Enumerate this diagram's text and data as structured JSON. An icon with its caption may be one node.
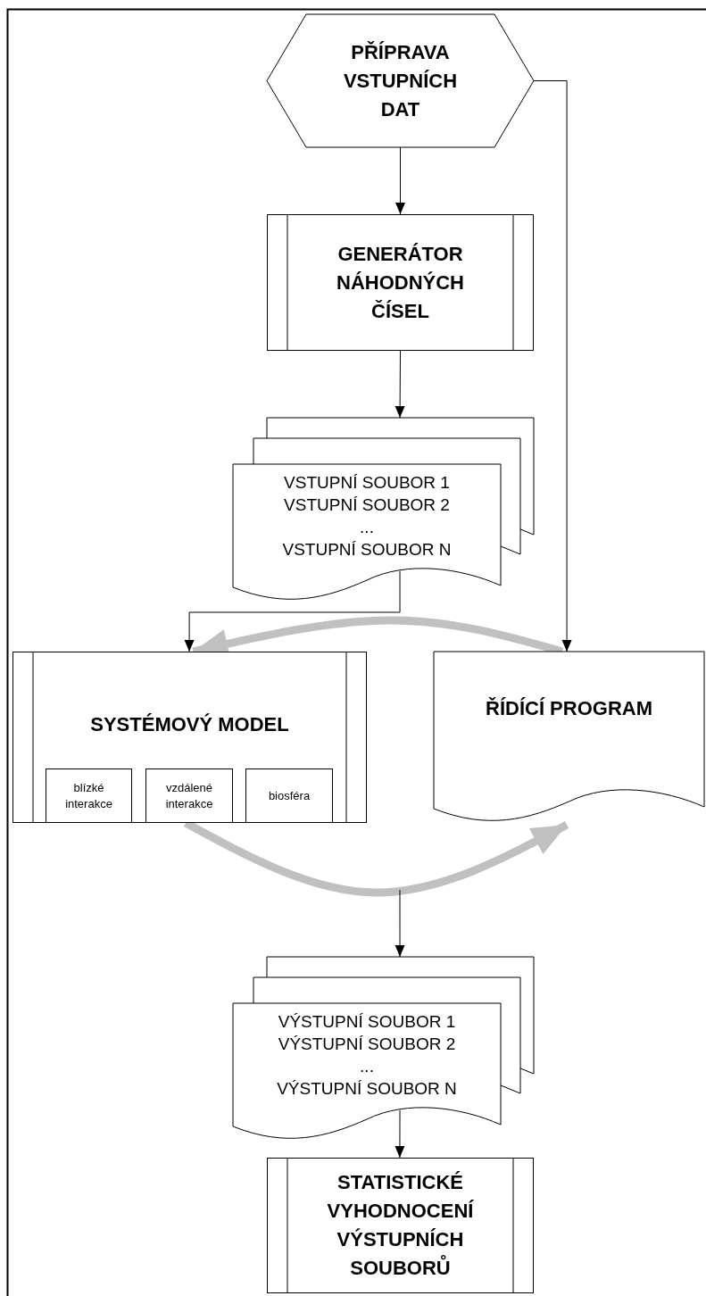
{
  "diagram": {
    "nodes": [
      {
        "text": [
          "PŘÍPRAVA VSTUPNÍCH DAT"
        ]
      },
      {
        "text": [
          "GENERÁTOR NÁHODNÝCH ČÍSEL"
        ]
      },
      {
        "text": [
          "VSTUPNÍ SOUBOR 1",
          "VSTUPNÍ SOUBOR 2",
          "...",
          "VSTUPNÍ SOUBOR N"
        ]
      },
      {
        "text": [
          "SYSTÉMOVÝ MODEL"
        ]
      },
      {
        "text": [
          "blízké interakce"
        ],
        "in": 3
      },
      {
        "text": [
          "vzdálené interakce"
        ],
        "in": 3
      },
      {
        "text": [
          "biosféra"
        ],
        "in": 3
      },
      {
        "text": [
          "ŘÍDÍCÍ PROGRAM"
        ]
      },
      {
        "text": [
          "VÝSTUPNÍ SOUBOR 1",
          "VÝSTUPNÍ SOUBOR 2",
          "...",
          "VÝSTUPNÍ SOUBOR N"
        ]
      },
      {
        "text": [
          "STATISTICKÉ VYHODNOCENÍ VÝSTUPNÍCH SOUBORŮ"
        ]
      }
    ],
    "edges": [
      {
        "from": 0,
        "to": 1,
        "arrow": "to"
      },
      {
        "from": 1,
        "to": 2,
        "arrow": "to"
      },
      {
        "from": 0,
        "to": 7,
        "arrow": "to"
      },
      {
        "from": 2,
        "to": 3,
        "arrow": "to"
      },
      {
        "from": 7,
        "to": 3,
        "arrow": "to",
        "style": "thick",
        "color": "#c0c0c0"
      },
      {
        "from": 3,
        "to": 7,
        "arrow": "to",
        "style": "thick",
        "color": "#c0c0c0"
      },
      {
        "from": null,
        "to": 8,
        "arrow": "to"
      },
      {
        "from": 8,
        "to": 9,
        "arrow": "to"
      }
    ]
  }
}
